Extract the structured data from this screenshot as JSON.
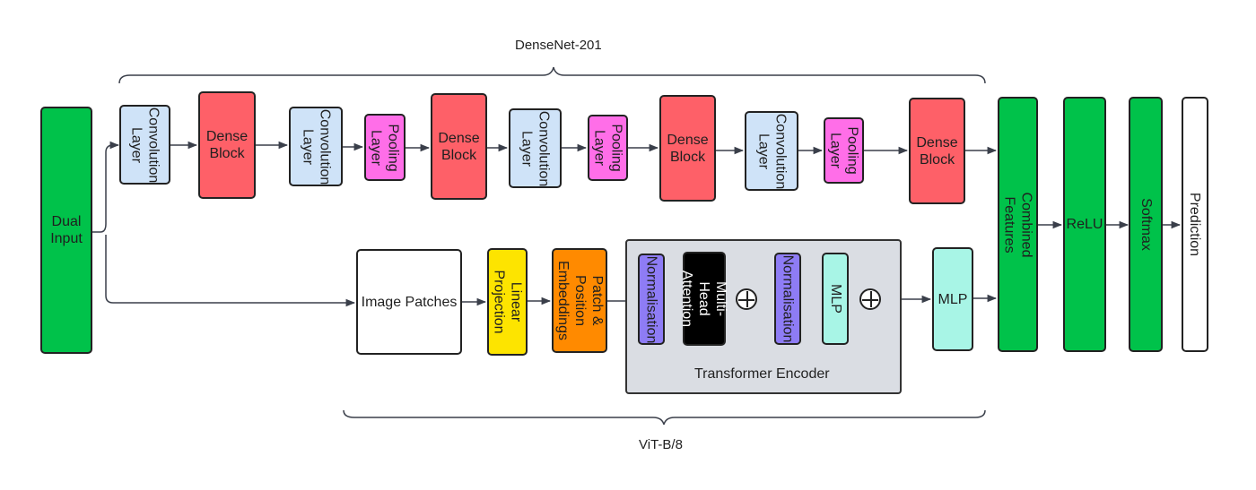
{
  "groups": {
    "densenet_label": "DenseNet-201",
    "vit_label": "ViT-B/8"
  },
  "nodes": {
    "dual_input": "Dual\nInput",
    "conv1": "Convolution\nLayer",
    "dense1": "Dense\nBlock",
    "conv2": "Convolution\nLayer",
    "pool1": "Pooling\nLayer",
    "dense2": "Dense\nBlock",
    "conv3": "Convolution\nLayer",
    "pool2": "Pooling\nLayer",
    "dense3": "Dense\nBlock",
    "conv4": "Convolution\nLayer",
    "pool3": "Pooling\nLayer",
    "dense4": "Dense\nBlock",
    "image_patches": "Image Patches",
    "linear_projection": "Linear\nProjection",
    "patch_position": "Patch &\nPosition\nEmbeddings",
    "norm1": "Normalisation",
    "multi_head_attention": "Multi-Head\nAttention",
    "norm2": "Normalisation",
    "inner_mlp": "MLP",
    "mlp": "MLP",
    "combined_features": "Combined Features",
    "relu": "ReLU",
    "softmax": "Softmax",
    "prediction": "Prediction"
  },
  "transformer_encoder": {
    "label": "Transformer Encoder"
  },
  "colors": {
    "green": "#00c24a",
    "convolution": "#cfe3f8",
    "dense": "#fe6068",
    "pooling": "#ff6ee8",
    "projection": "#fde400",
    "embeddings": "#ff8a00",
    "normalisation": "#8e7cf5",
    "attention": "#000000",
    "mlp": "#a8f5e6",
    "encoder_bg": "#dadde3"
  }
}
